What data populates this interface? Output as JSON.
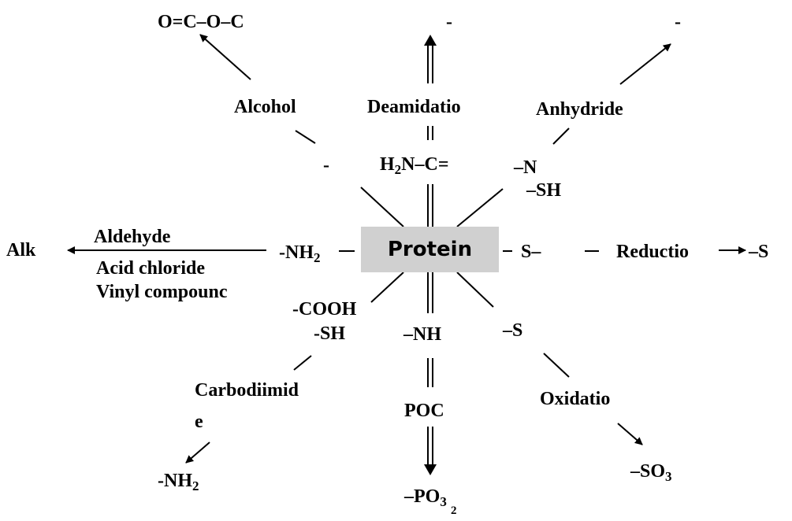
{
  "center": {
    "label": "Protein",
    "fill": "#d0d0d0"
  },
  "top_left": {
    "product": "O=C–O–C",
    "reagent": "Alcohol",
    "group": "-"
  },
  "top": {
    "product": "-",
    "reaction": "Deamidatio",
    "group_prefix": "H",
    "group_sub": "2",
    "group_suffix": "N–C="
  },
  "top_right": {
    "product": "-",
    "reagent": "Anhydride",
    "group_n": "–N",
    "group_sh": "–SH"
  },
  "left": {
    "product": "Alk",
    "reagents": [
      "Aldehyde",
      "Acid chloride",
      "Vinyl compounc"
    ],
    "group_prefix": "-NH",
    "group_sub": "2"
  },
  "right": {
    "group": "S–",
    "reaction": "Reductio",
    "product": "–S"
  },
  "bottom_left": {
    "group_cooh": "-COOH",
    "group_sh": "-SH",
    "reagent_line1": "Carbodiimid",
    "reagent_line2": "e",
    "product_prefix": "-NH",
    "product_sub": "2"
  },
  "bottom": {
    "group": "–NH",
    "reagent": "POC",
    "product_prefix": "–PO",
    "product_sub": "3",
    "product_extra": "2"
  },
  "bottom_right": {
    "group": "–S",
    "reaction": "Oxidatio",
    "product_prefix": "–SO",
    "product_sub": "3"
  }
}
